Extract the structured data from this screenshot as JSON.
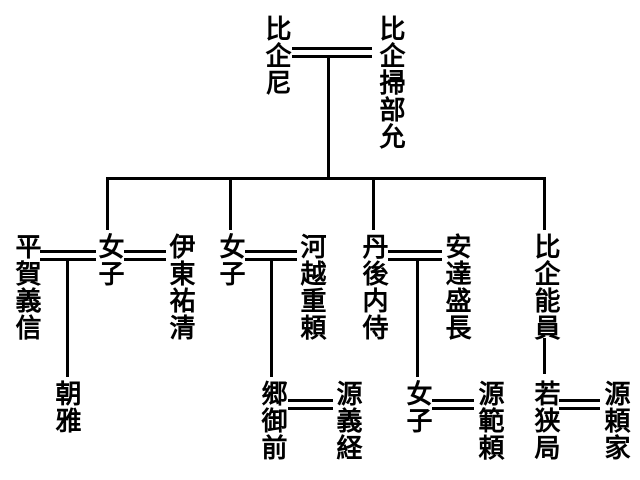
{
  "figure": {
    "type": "family-tree",
    "background_color": "#ffffff",
    "line_color": "#000000",
    "text_color": "#000000"
  },
  "people": {
    "hiki_no_ama": "比企尼",
    "hiki_kamon_no_jo": "比企掃部允",
    "hiraga_yoshinobu": "平賀義信",
    "daughter1": "女子",
    "ito_sukekiyo": "伊東祐清",
    "daughter2": "女子",
    "kawagoe_shigeyori": "河越重頼",
    "tango_no_naishi": "丹後内侍",
    "adachi_morinaga": "安達盛長",
    "hiki_yoshikazu": "比企能員",
    "tomomasa": "朝雅",
    "go_gozen": "郷御前",
    "minamoto_no_yoshitsune": "源義経",
    "daughter3": "女子",
    "minamoto_no_noriyori": "源範頼",
    "wakasa_no_tsubone": "若狭局",
    "minamoto_no_yoriie": "源頼家"
  },
  "relationships": {
    "marriages": [
      [
        "hiki_no_ama",
        "hiki_kamon_no_jo"
      ],
      [
        "hiraga_yoshinobu",
        "daughter1"
      ],
      [
        "daughter1",
        "ito_sukekiyo"
      ],
      [
        "daughter2",
        "kawagoe_shigeyori"
      ],
      [
        "tango_no_naishi",
        "adachi_morinaga"
      ],
      [
        "go_gozen",
        "minamoto_no_yoshitsune"
      ],
      [
        "daughter3",
        "minamoto_no_noriyori"
      ],
      [
        "wakasa_no_tsubone",
        "minamoto_no_yoriie"
      ]
    ],
    "descents": [
      {
        "parents": [
          "hiki_no_ama",
          "hiki_kamon_no_jo"
        ],
        "children": [
          "daughter1",
          "daughter2",
          "tango_no_naishi",
          "hiki_yoshikazu"
        ]
      },
      {
        "parents": [
          "hiraga_yoshinobu",
          "daughter1"
        ],
        "children": [
          "tomomasa"
        ]
      },
      {
        "parents": [
          "daughter2",
          "kawagoe_shigeyori"
        ],
        "children": [
          "go_gozen"
        ]
      },
      {
        "parents": [
          "tango_no_naishi",
          "adachi_morinaga"
        ],
        "children": [
          "daughter3"
        ]
      },
      {
        "parents": [
          "hiki_yoshikazu"
        ],
        "children": [
          "wakasa_no_tsubone"
        ]
      }
    ]
  }
}
